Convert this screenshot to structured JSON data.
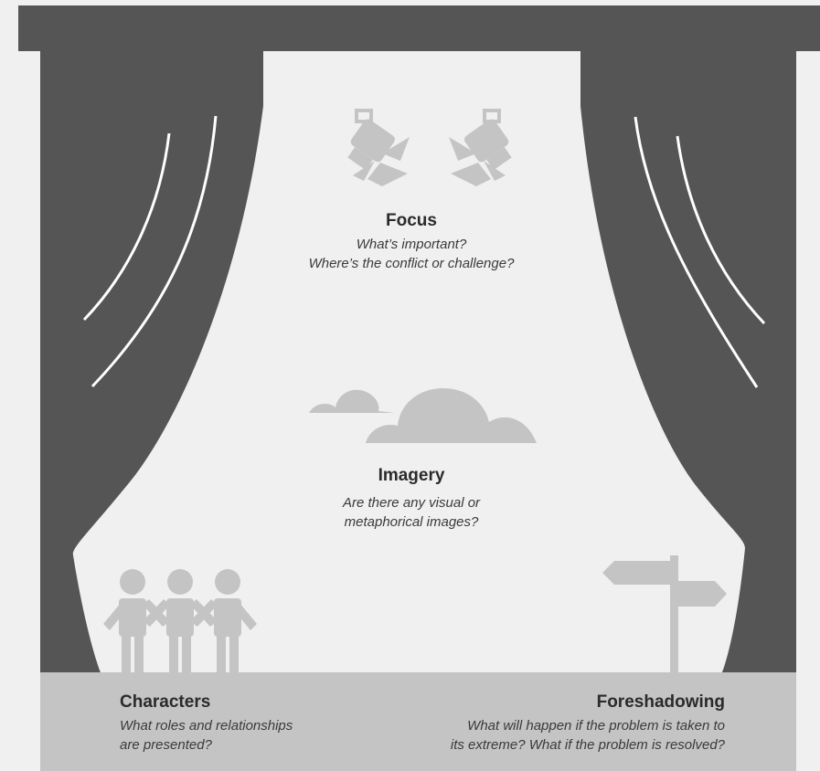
{
  "colors": {
    "background": "#f0f0f0",
    "curtain": "#555555",
    "floor": "#c4c4c4",
    "icon": "#c4c4c4",
    "curtain_fold_line": "#ffffff"
  },
  "icons": [
    "spotlight-icon",
    "spotlight-icon",
    "clouds-icon",
    "people-icon",
    "signpost-icon"
  ],
  "focus": {
    "title": "Focus",
    "line1": "What’s important?",
    "line2": "Where’s the conflict or challenge?"
  },
  "imagery": {
    "title": "Imagery",
    "line1": "Are there any visual or",
    "line2": "metaphorical images?"
  },
  "characters": {
    "title": "Characters",
    "line1": "What roles and relationships",
    "line2": "are presented?"
  },
  "foreshadowing": {
    "title": "Foreshadowing",
    "line1": "What will happen if the problem is taken to",
    "line2": "its extreme? What if the problem is resolved?"
  }
}
